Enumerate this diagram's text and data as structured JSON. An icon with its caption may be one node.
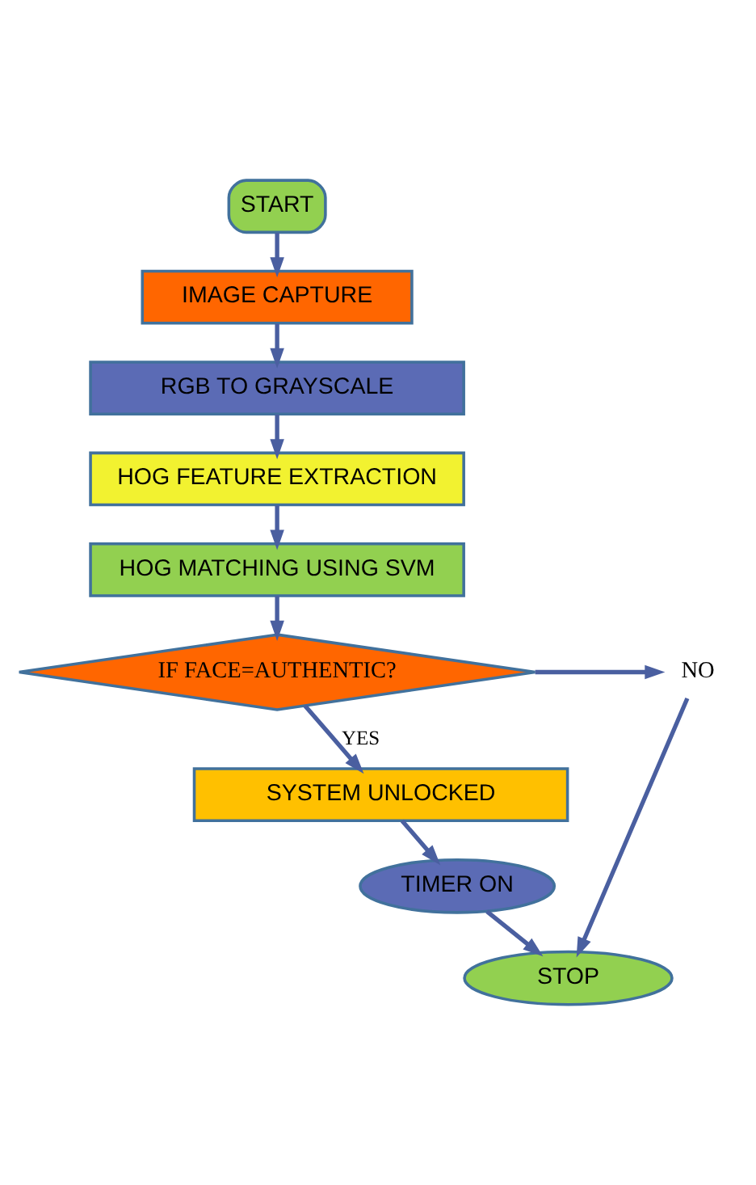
{
  "diagram": {
    "nodes": [
      {
        "text": [
          "START"
        ]
      },
      {
        "text": [
          "IMAGE CAPTURE"
        ]
      },
      {
        "text": [
          "RGB TO GRAYSCALE"
        ]
      },
      {
        "text": [
          "HOG FEATURE EXTRACTION"
        ]
      },
      {
        "text": [
          "HOG MATCHING USING SVM"
        ]
      },
      {
        "text": [
          "IF FACE=AUTHENTIC?"
        ]
      },
      {
        "text": [
          "NO"
        ]
      },
      {
        "text": [
          "SYSTEM UNLOCKED"
        ]
      },
      {
        "text": [
          "TIMER ON"
        ]
      },
      {
        "text": [
          "STOP"
        ]
      }
    ],
    "edges": [
      {
        "from": 0,
        "to": 1,
        "arrow": "to"
      },
      {
        "from": 1,
        "to": 2,
        "arrow": "to"
      },
      {
        "from": 2,
        "to": 3,
        "arrow": "to"
      },
      {
        "from": 3,
        "to": 4,
        "arrow": "to"
      },
      {
        "from": 4,
        "to": 5,
        "arrow": "to"
      },
      {
        "from": 5,
        "to": 6,
        "arrow": "to"
      },
      {
        "from": 5,
        "to": 7,
        "arrow": "to",
        "label": "YES"
      },
      {
        "from": 6,
        "to": 9,
        "arrow": "to"
      },
      {
        "from": 7,
        "to": 8,
        "arrow": "to"
      },
      {
        "from": 8,
        "to": 9,
        "arrow": "to"
      }
    ]
  }
}
